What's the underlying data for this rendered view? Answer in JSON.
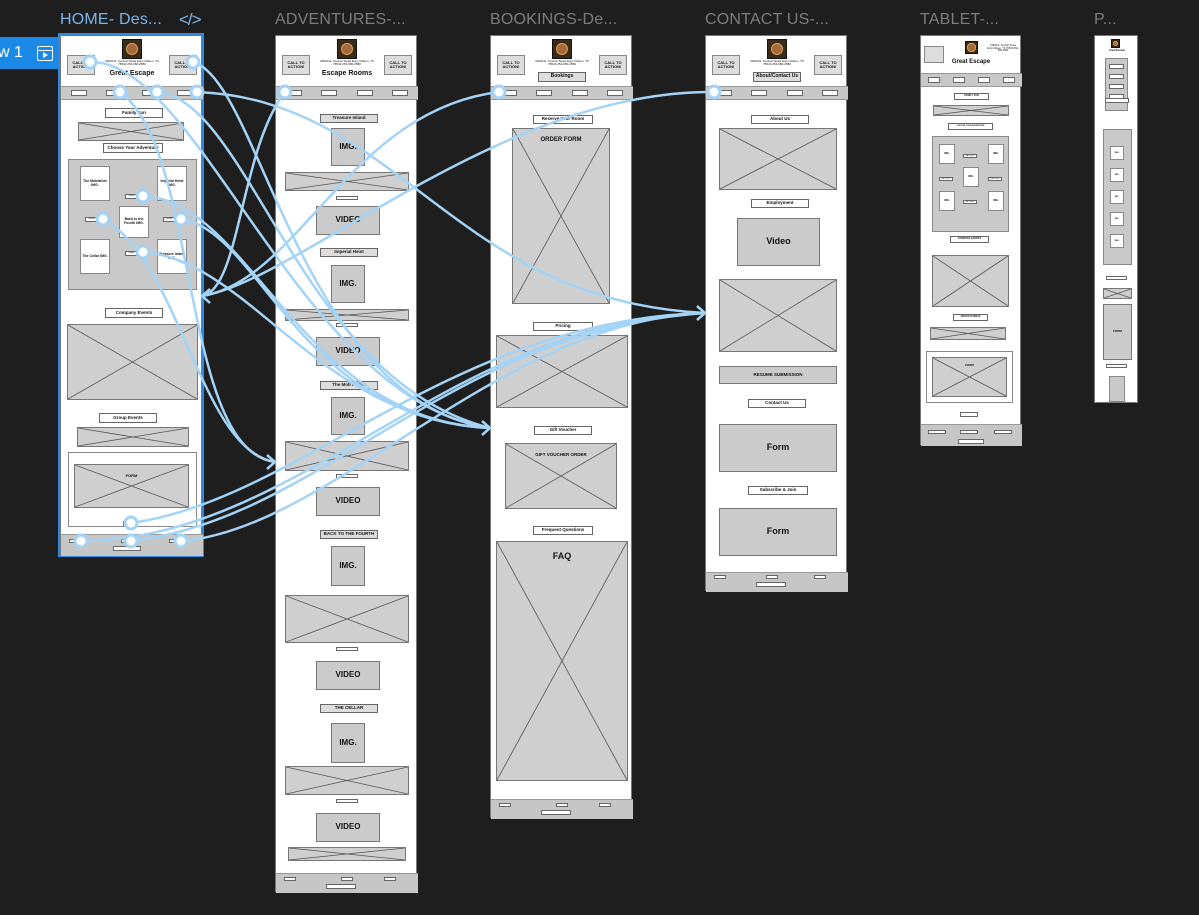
{
  "app": {
    "prototype_flow": "w 1",
    "code_icon": "</>"
  },
  "colors": {
    "canvas": "#1e1e1e",
    "accent": "#1b8ae6",
    "wire": "#a3d3f7"
  },
  "frames": {
    "home": {
      "title": "HOME- Des...",
      "cta": "CALL TO ACTION!",
      "address": "44600 E. Central Texas Expy Killeen, TX 76543 254-680-2580",
      "brand": "Great Escape",
      "sections": [
        "Family Fun",
        "Choose Your Adventure",
        "Company Events",
        "Group Events"
      ],
      "adventures": [
        "The Mobfather IMG.",
        "Imperial Heist IMG.",
        "Back to the Fourth IMG.",
        "The Cellar IMG.",
        "Treasure Island IMG."
      ],
      "book": "Book",
      "form": "FORM"
    },
    "adventures": {
      "title": "ADVENTURES-...",
      "cta": "CALL TO ACTION!",
      "address": "44600 E. Central Texas Expy Killeen, TX 76543 254-680-2580",
      "brand": "Escape Rooms",
      "rooms": [
        "Treasure Island",
        "Imperial Heist",
        "The Mob Father",
        "BACK TO THE FOURTH",
        "THE CELLAR"
      ],
      "img": "IMG.",
      "video": "VIDEO"
    },
    "bookings": {
      "title": "BOOKINGS-De...",
      "cta": "CALL TO ACTION!",
      "address": "44600 E. Central Texas Expy Killeen, TX 76543 254-680-2580",
      "page_label": "Bookings",
      "sections": [
        "Reserve Your Room",
        "Pricing",
        "Gift Voucher",
        "Frequent Questions"
      ],
      "order_form": "ORDER FORM",
      "gift_order": "GIFT VOUCHER ORDER",
      "faq": "FAQ"
    },
    "contact": {
      "title": "CONTACT US-...",
      "cta": "CALL TO ACTION!",
      "address": "44600 E. Central Texas Expy Killeen, TX 76543 254-680-2580",
      "page_label": "About/Contact Us",
      "sections": [
        "About Us",
        "Employment",
        "Contact Us",
        "Subscribe & Join"
      ],
      "video": "Video",
      "resume": "RESUME SUBMISSION",
      "form": "Form"
    },
    "tablet": {
      "title": "TABLET-...",
      "brand": "Great Escape",
      "address": "44600 E. Central Texas Expy Killeen, TX 76543 254-680-2580",
      "sections": [
        "FAMILY FUN",
        "CHOOSE YOUR ADVENTURE",
        "COMPANY EVENTS",
        "GROUP EVENTS"
      ],
      "img": "IMG.",
      "action": "ACTION",
      "form": "FORM"
    },
    "phone": {
      "title": "P...",
      "brand": "Great Escape",
      "img": "IMG.",
      "form": "FORM"
    }
  }
}
